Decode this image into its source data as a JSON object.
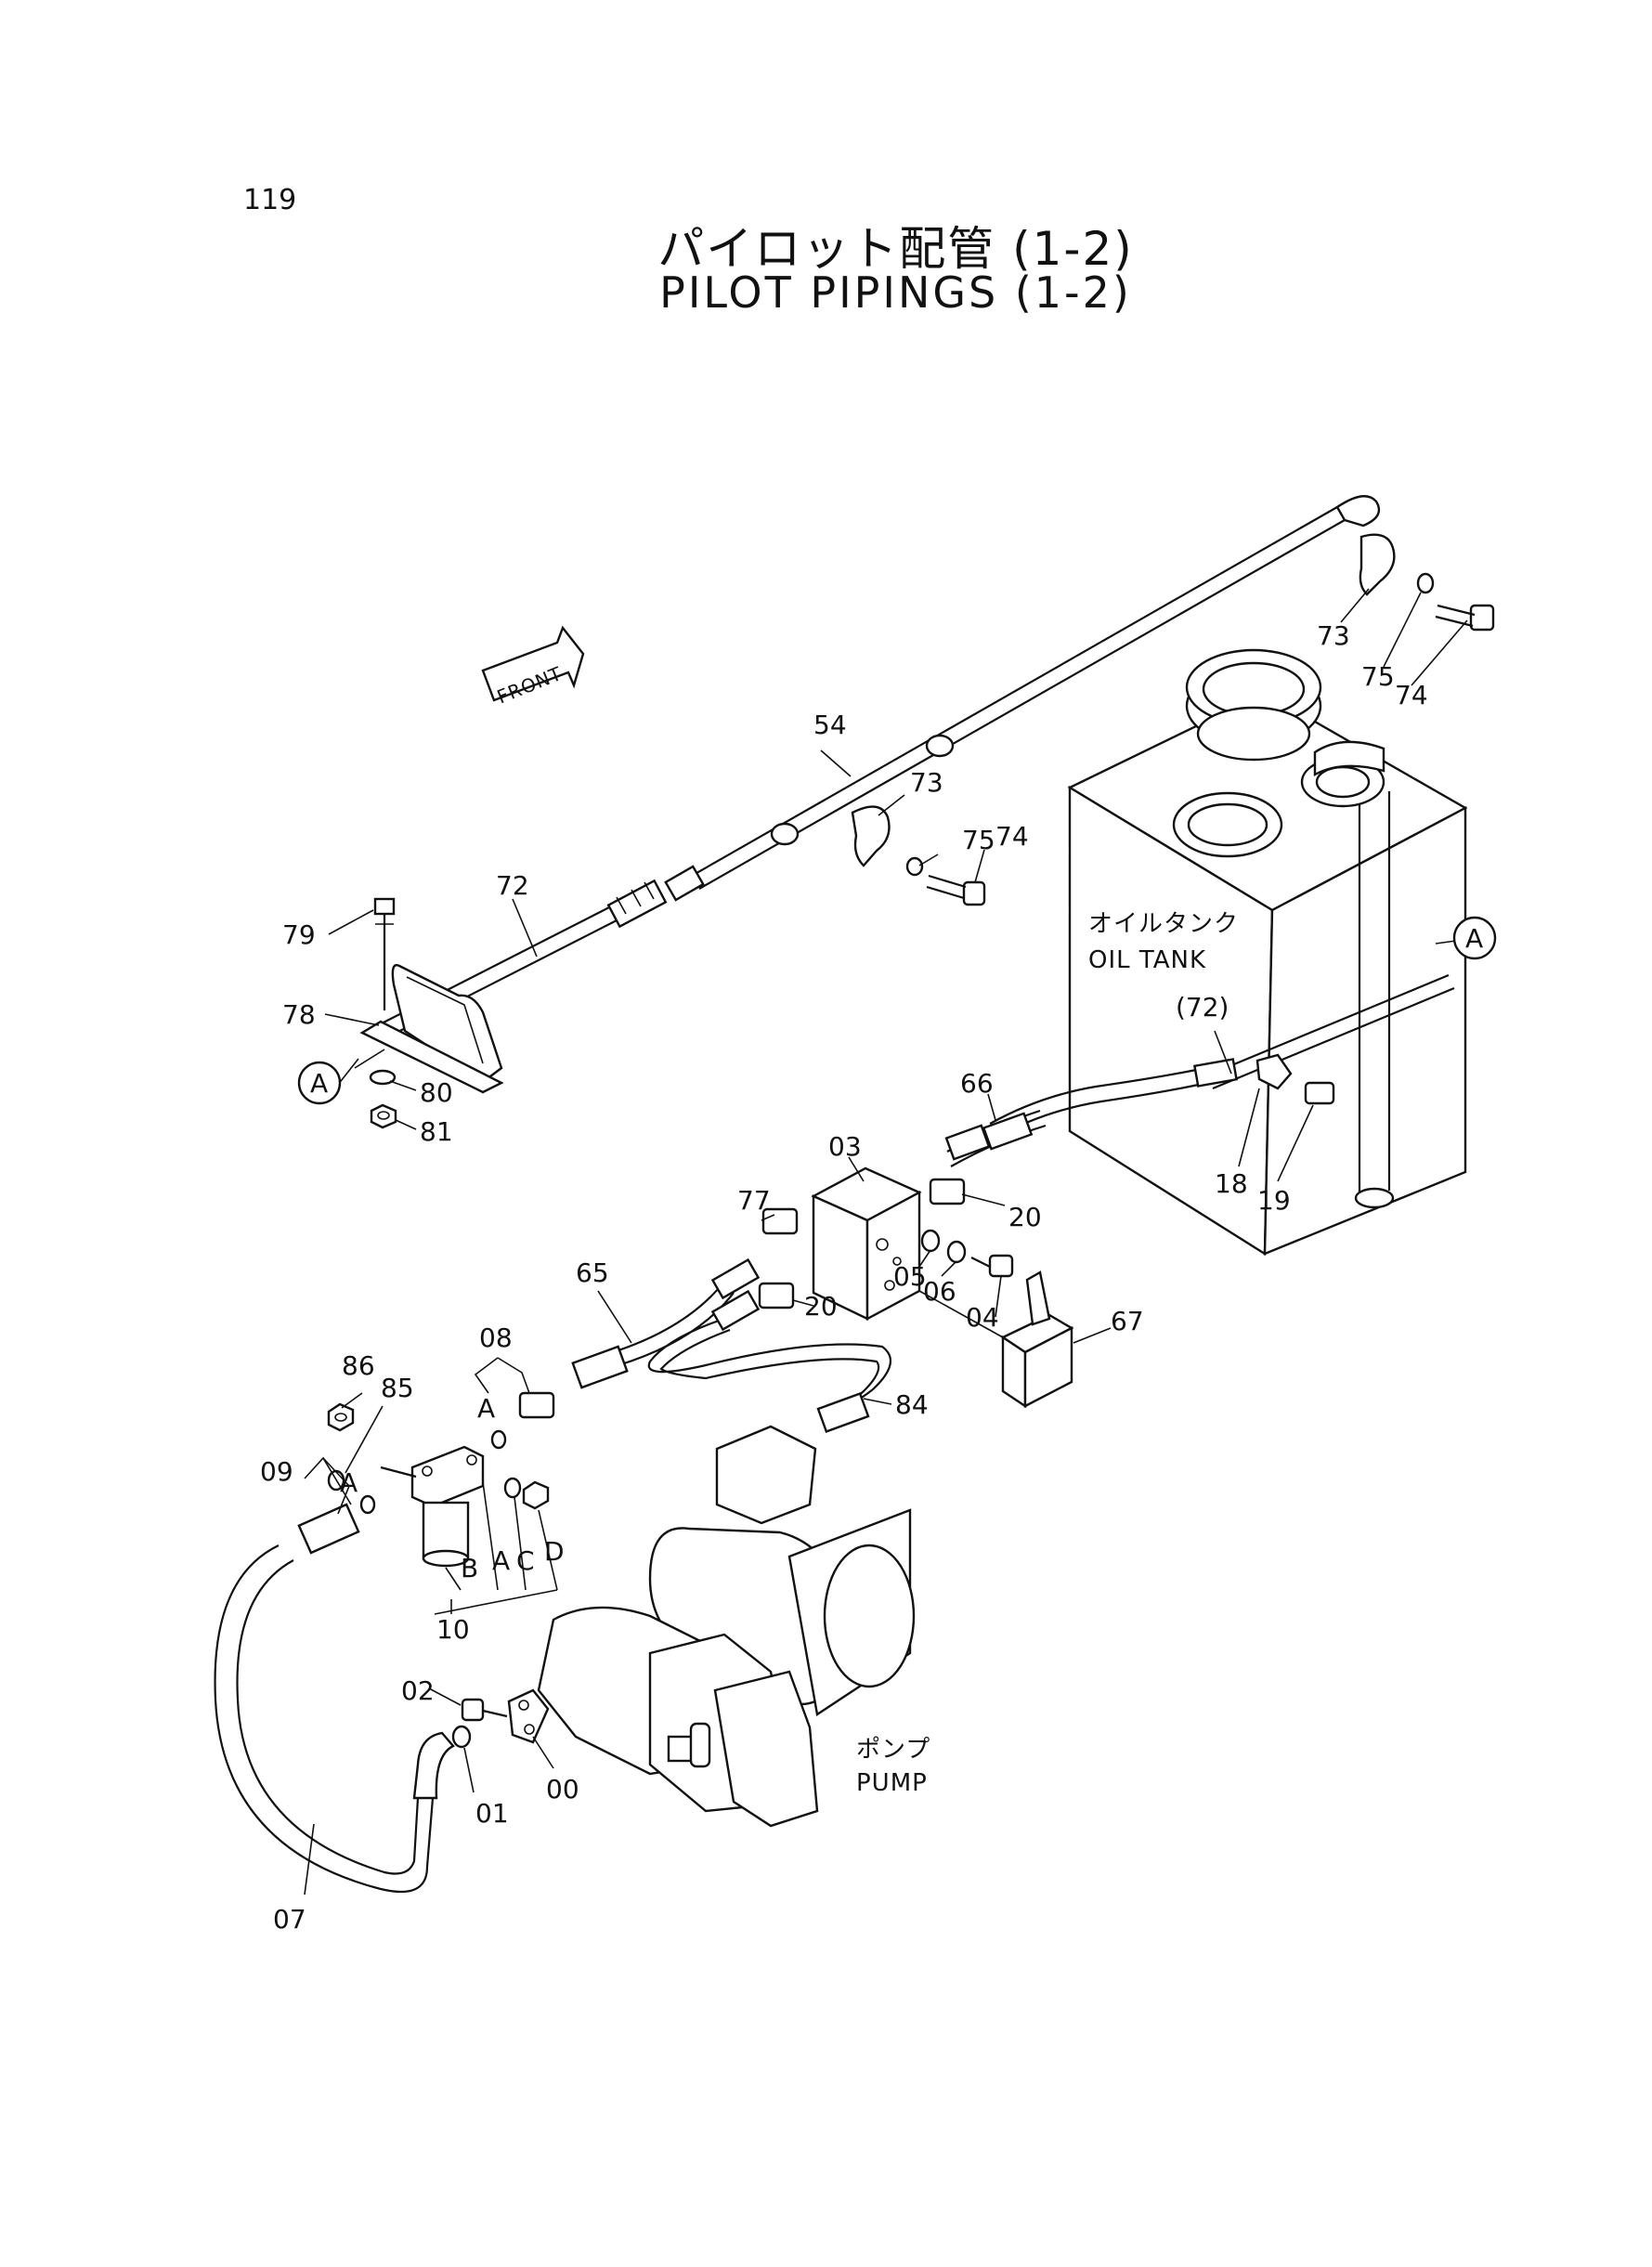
{
  "page_number": "119",
  "title_jp": "パイロット配管 (1-2)",
  "title_en": "PILOT PIPINGS (1-2)",
  "front_label": "FRONT",
  "oil_tank_jp": "オイルタンク",
  "oil_tank_en": "OIL TANK",
  "pump_jp": "ポンプ",
  "pump_en": "PUMP",
  "ref_a": "A",
  "part_numbers": {
    "p54": "54",
    "p72": "72",
    "p72ref": "(72)",
    "p73a": "73",
    "p73b": "73",
    "p74a": "74",
    "p74b": "74",
    "p75a": "75",
    "p75b": "75",
    "p79": "79",
    "p78": "78",
    "p80": "80",
    "p81": "81",
    "p66": "66",
    "p03": "03",
    "p77": "77",
    "p18": "18",
    "p19": "19",
    "p20a": "20",
    "p20b": "20",
    "p05": "05",
    "p06": "06",
    "p04": "04",
    "p65": "65",
    "p67": "67",
    "p84": "84",
    "p08": "08",
    "p86": "86",
    "p85": "85",
    "p09": "09",
    "p10": "10",
    "p02": "02",
    "p01": "01",
    "p00": "00",
    "p07": "07"
  },
  "sub_letters": {
    "a1": "A",
    "a2": "A",
    "a3": "A",
    "b": "B",
    "c": "C",
    "d": "D"
  }
}
